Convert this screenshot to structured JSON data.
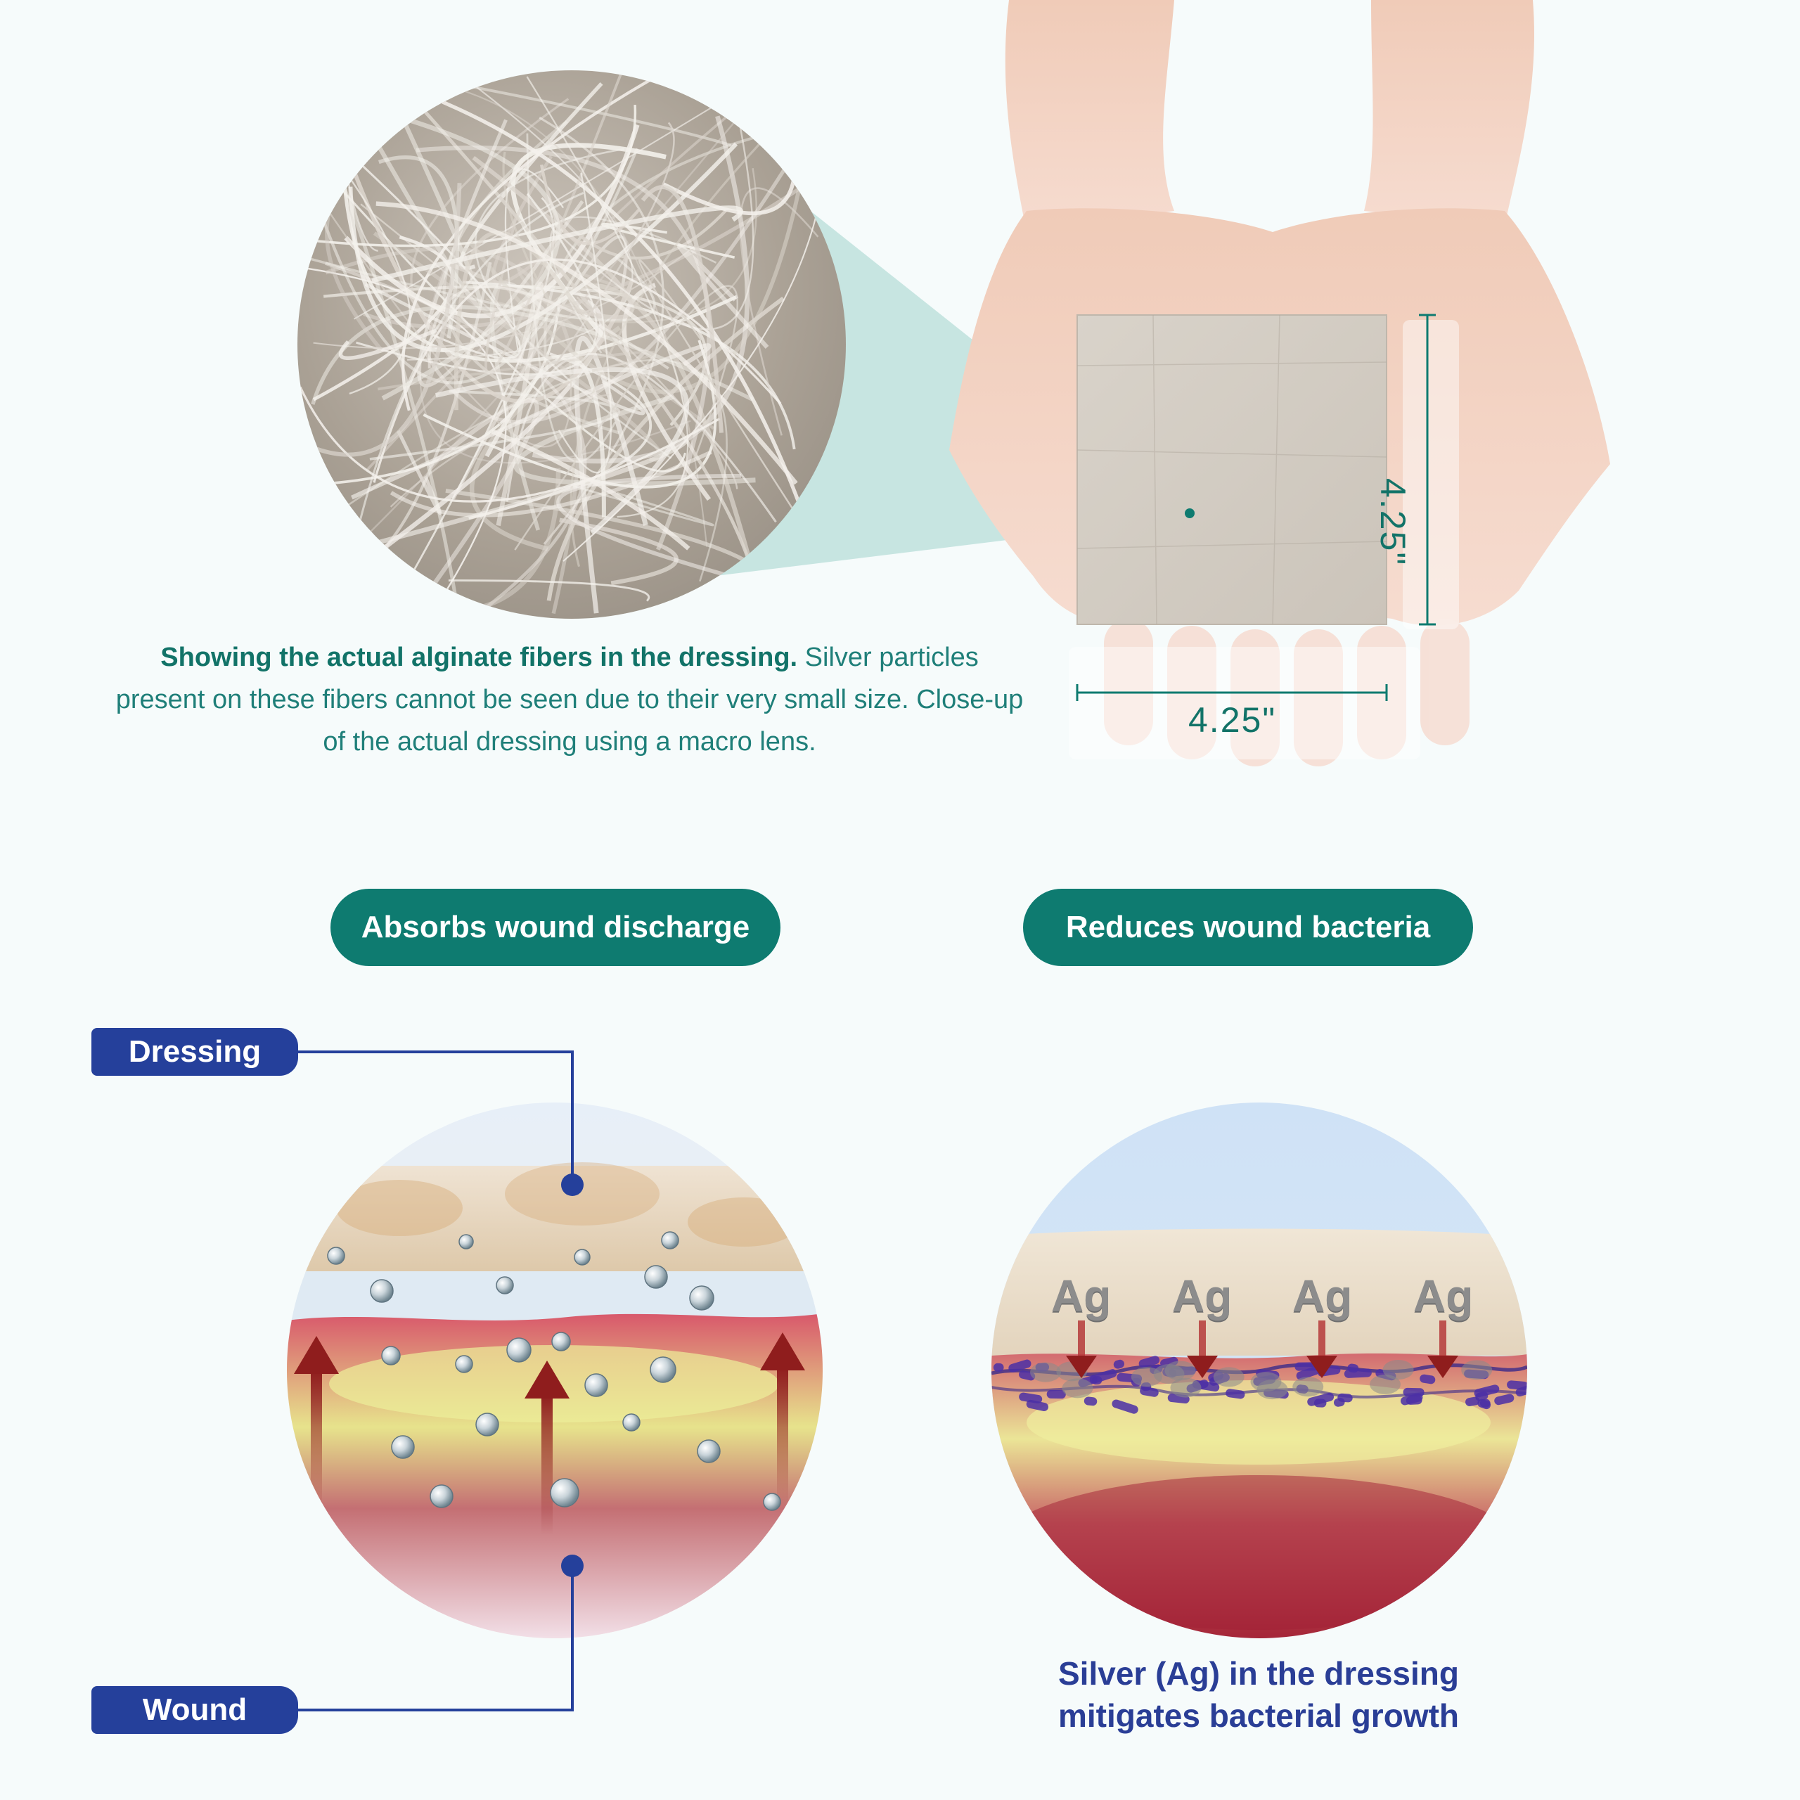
{
  "top": {
    "caption_bold": "Showing the actual alginate fibers in the dressing.",
    "caption_rest": " Silver particles present on these fibers cannot be seen due to their very small size. Close-up of the actual dressing using a macro lens.",
    "dimension_height": "4.25\"",
    "dimension_width": "4.25\""
  },
  "features": {
    "absorb_label": "Absorbs wound discharge",
    "bacteria_label": "Reduces wound bacteria"
  },
  "absorb_diagram": {
    "dressing_label": "Dressing",
    "wound_label": "Wound"
  },
  "bacteria_diagram": {
    "ag_labels": [
      "Ag",
      "Ag",
      "Ag",
      "Ag"
    ],
    "caption_line1": "Silver (Ag) in the dressing",
    "caption_line2": "mitigates bacterial growth"
  },
  "colors": {
    "teal": "#0e7b70",
    "navy": "#25409b",
    "arrow_red": "#8f1d1d"
  }
}
